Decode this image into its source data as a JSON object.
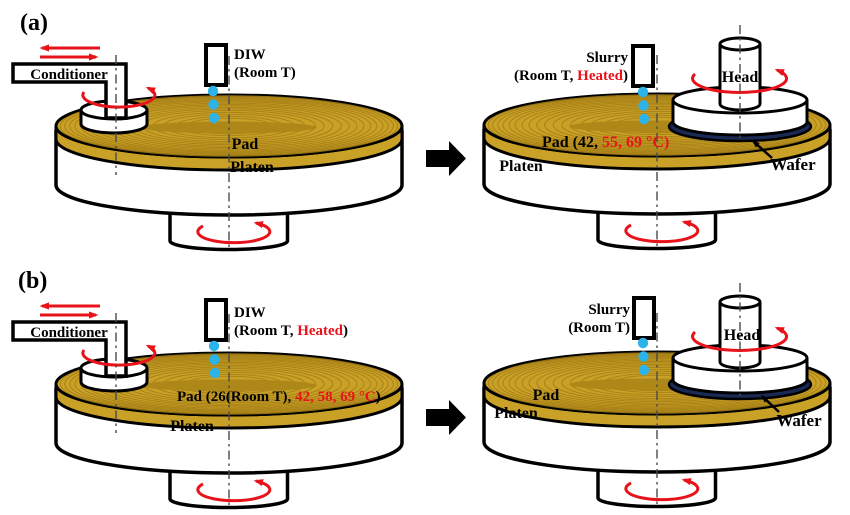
{
  "figure": {
    "panels": {
      "a": {
        "label": "(a)",
        "left": {
          "conditioner": "Conditioner",
          "dispenser": {
            "name": "DIW",
            "condition": "(Room T)"
          },
          "pad": "Pad",
          "platen": "Platen"
        },
        "right": {
          "dispenser": {
            "name": "Slurry",
            "condition_pre": "(Room T, ",
            "condition_red": "Heated",
            "condition_post": ")"
          },
          "head": "Head",
          "pad_pre": "Pad (42, ",
          "pad_red": "55, 69 °C)",
          "platen": "Platen",
          "wafer": "Wafer"
        }
      },
      "b": {
        "label": "(b)",
        "left": {
          "conditioner": "Conditioner",
          "dispenser": {
            "name": "DIW",
            "condition_pre": "(Room T, ",
            "condition_red": "Heated",
            "condition_post": ")"
          },
          "pad_pre": "Pad (26(Room T), ",
          "pad_red": "42, 58, 69 °C",
          "pad_post": ")",
          "platen": "Platen"
        },
        "right": {
          "dispenser": {
            "name": "Slurry",
            "condition": "(Room T)"
          },
          "head": "Head",
          "pad": "Pad",
          "platen": "Platen",
          "wafer": "Wafer"
        }
      }
    },
    "colors": {
      "pad_gold": "#C9A127",
      "pad_ring": "#A57E16",
      "pad_center_dark": "#AE8719",
      "droplet_blue": "#2BB3EA",
      "accent_red": "#E8131A",
      "wafer_navy": "#1B2A55",
      "outline": "#000000",
      "axis_gray": "#4A4A4A"
    },
    "icons": {
      "transition_arrow": "right-block-arrow",
      "rotation_arrow": "rotation-ccw-arrow",
      "sweep_arrow": "double-headed-sweep-arrow",
      "droplets": "liquid-droplets"
    }
  }
}
